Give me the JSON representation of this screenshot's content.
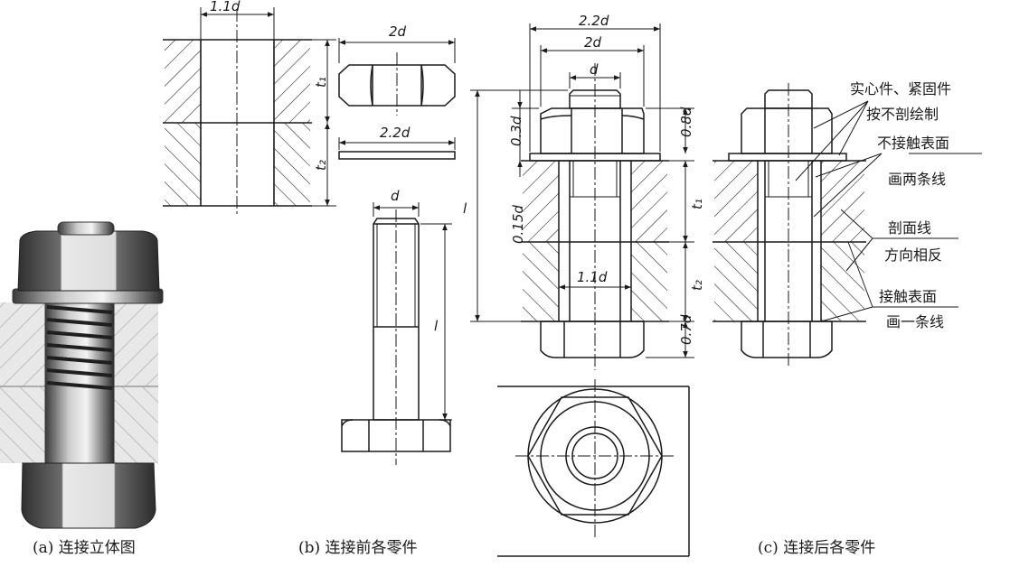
{
  "colors": {
    "ink": "#1a1a1a",
    "steel_dark": "#3a3a3a",
    "steel_mid": "#8a8a8a",
    "steel_light": "#d8d8d8",
    "hatch_bg": "#f2f2f2"
  },
  "dims": {
    "d_1_1d_top": "1.1d",
    "t1_a": "t₁",
    "t2_a": "t₂",
    "nut_2d": "2d",
    "washer_2_2d": "2.2d",
    "bolt_d": "d",
    "bolt_l": "l",
    "c_2_2d": "2.2d",
    "c_2d": "2d",
    "c_d": "d",
    "c_0_8d": "0.8d",
    "c_0_3d": "0.3d",
    "c_l": "l",
    "c_0_15d": "0.15d",
    "c_t1": "t₁",
    "c_1_1d": "1.1d",
    "c_t2": "t₂",
    "c_0_7d": "0.7d"
  },
  "notes": {
    "n1": "实心件、紧固件",
    "n2": "按不剖绘制",
    "n3": "不接触表面",
    "n4": "画两条线",
    "n5": "剖面线",
    "n6": "方向相反",
    "n7": "接触表面",
    "n8": "画一条线"
  },
  "captions": {
    "a": "(a) 连接立体图",
    "b": "(b) 连接前各零件",
    "c": "(c) 连接后各零件"
  }
}
